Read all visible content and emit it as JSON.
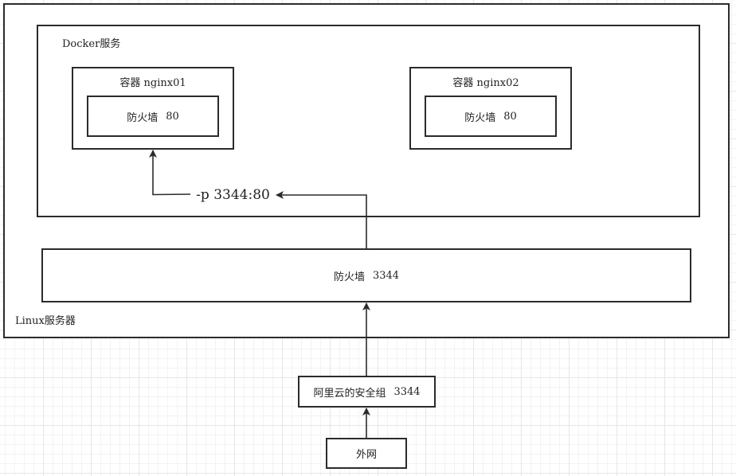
{
  "linux_server": {
    "label": "Linux服务器"
  },
  "docker_service": {
    "label": "Docker服务"
  },
  "containers": [
    {
      "title": "容器 nginx01",
      "firewall_label": "防火墙",
      "firewall_port": "80"
    },
    {
      "title": "容器 nginx02",
      "firewall_label": "防火墙",
      "firewall_port": "80"
    }
  ],
  "linux_firewall": {
    "label": "防火墙",
    "port": "3344"
  },
  "port_mapping": {
    "label": "-p 3344:80"
  },
  "aliyun_security_group": {
    "label": "阿里云的安全组",
    "port": "3344"
  },
  "internet": {
    "label": "外网"
  },
  "colors": {
    "stroke": "#2b2b2b",
    "grid": "#e6e6e6",
    "background": "#ffffff"
  }
}
